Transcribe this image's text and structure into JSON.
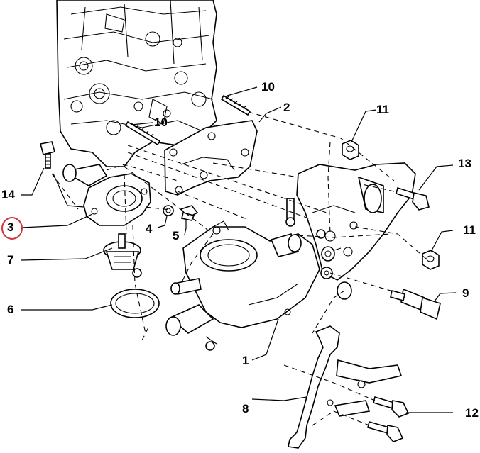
{
  "callouts": {
    "c1": "1",
    "c2": "2",
    "c3": "3",
    "c4": "4",
    "c5": "5",
    "c6": "6",
    "c7": "7",
    "c8": "8",
    "c9": "9",
    "c10a": "10",
    "c10b": "10",
    "c11a": "11",
    "c11b": "11",
    "c12": "12",
    "c13": "13",
    "c14": "14"
  },
  "highlight": {
    "callout": "3",
    "color": "#d3333a"
  }
}
